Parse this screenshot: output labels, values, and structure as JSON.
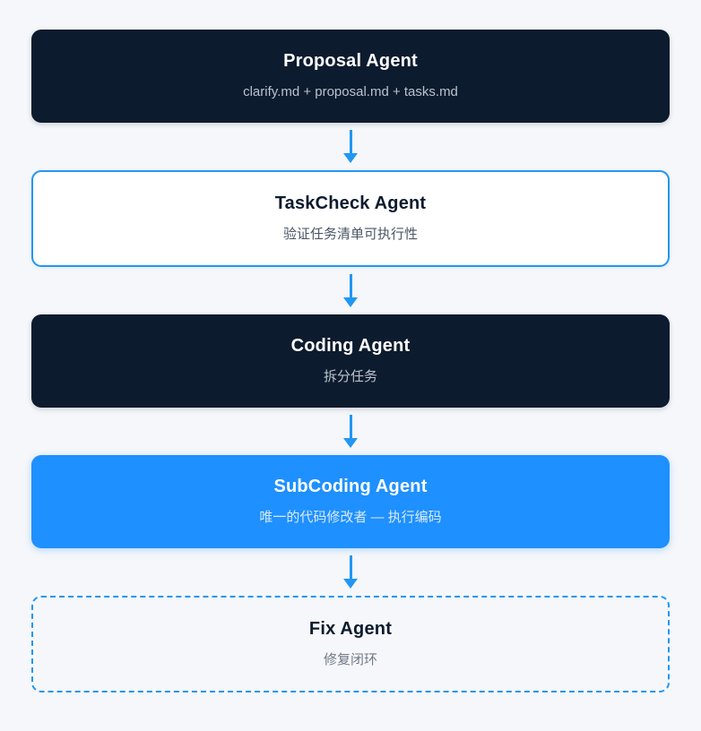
{
  "colors": {
    "page_background": "#f5f7fa",
    "dark_node_fill": "#0d1b2e",
    "primary_node_fill": "#1e90ff",
    "accent_blue": "#2196f3",
    "dark_subtitle": "#b9c3ce",
    "light_subtitle": "#4a5766"
  },
  "flow": {
    "nodes": [
      {
        "id": "proposal-agent",
        "style": "dark",
        "title": "Proposal Agent",
        "subtitle": "clarify.md + proposal.md + tasks.md"
      },
      {
        "id": "taskcheck-agent",
        "style": "outline",
        "title": "TaskCheck Agent",
        "subtitle": "验证任务清单可执行性"
      },
      {
        "id": "coding-agent",
        "style": "dark",
        "title": "Coding Agent",
        "subtitle": "拆分任务"
      },
      {
        "id": "subcoding-agent",
        "style": "primary",
        "title": "SubCoding Agent",
        "subtitle": "唯一的代码修改者 — 执行编码"
      },
      {
        "id": "fix-agent",
        "style": "dashed",
        "title": "Fix Agent",
        "subtitle": "修复闭环"
      }
    ]
  }
}
